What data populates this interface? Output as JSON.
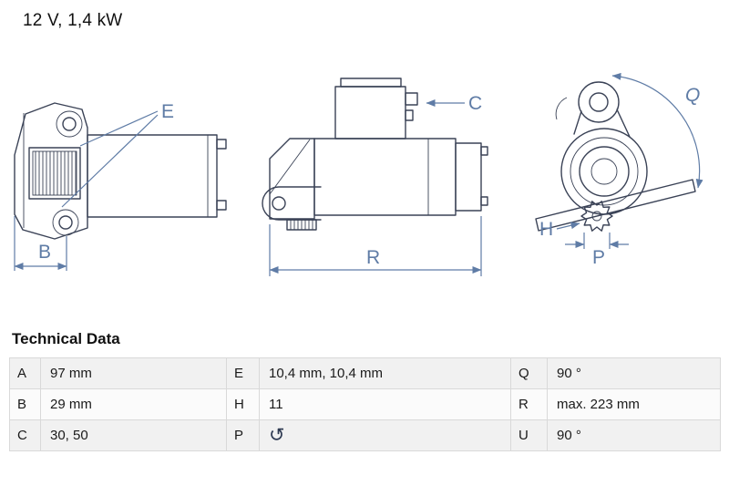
{
  "header": {
    "spec": "12 V, 1,4 kW"
  },
  "colors": {
    "line": "#3a4256",
    "dimension": "#5f7ca6"
  },
  "diagram": {
    "labels": {
      "E": "E",
      "B": "B",
      "C": "C",
      "R": "R",
      "Q": "Q",
      "H": "H",
      "P": "P"
    }
  },
  "table": {
    "title": "Technical Data",
    "rows": [
      [
        {
          "key": "A",
          "value": "97 mm"
        },
        {
          "key": "E",
          "value": "10,4 mm, 10,4 mm"
        },
        {
          "key": "Q",
          "value": "90 °"
        }
      ],
      [
        {
          "key": "B",
          "value": "29 mm"
        },
        {
          "key": "H",
          "value": "11"
        },
        {
          "key": "R",
          "value": "max. 223 mm"
        }
      ],
      [
        {
          "key": "C",
          "value": "30, 50"
        },
        {
          "key": "P",
          "value": "",
          "icon": "↺",
          "icon_name": "rotation-counterclockwise"
        },
        {
          "key": "U",
          "value": "90 °"
        }
      ]
    ]
  }
}
